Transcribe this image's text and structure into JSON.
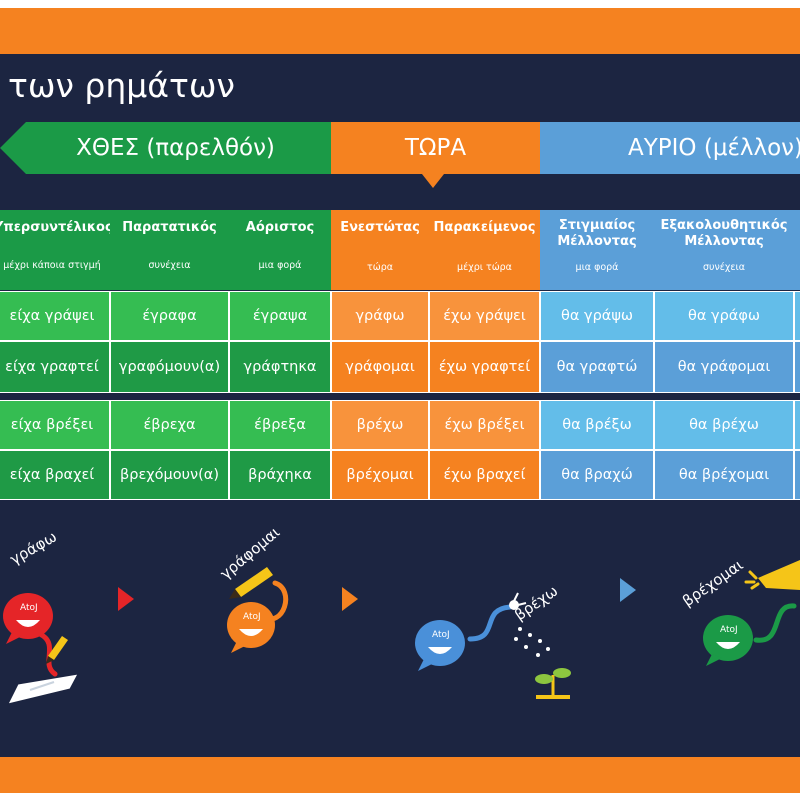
{
  "title": "των ρημάτων",
  "eras": {
    "past": "ΧΘΕΣ (παρελθόν)",
    "now": "ΤΩΡΑ",
    "future": "ΑΥΡΙΟ (μέλλον)"
  },
  "tenses": [
    {
      "name": "Υπερσυντέλικος",
      "sub": "μέχρι κάποια στιγμή"
    },
    {
      "name": "Παρατατικός",
      "sub": "συνέχεια"
    },
    {
      "name": "Αόριστος",
      "sub": "μια φορά"
    },
    {
      "name": "Ενεστώτας",
      "sub": "τώρα"
    },
    {
      "name": "Παρακείμενος",
      "sub": "μέχρι τώρα"
    },
    {
      "name": "Στιγμιαίος Μέλλοντας",
      "sub": "μια φορά"
    },
    {
      "name": "Εξακολουθητικός Μέλλοντας",
      "sub": "συνέχεια"
    }
  ],
  "rows": [
    [
      "είχα γράψει",
      "έγραφα",
      "έγραψα",
      "γράφω",
      "έχω γράψει",
      "θα γράψω",
      "θα γράφω"
    ],
    [
      "είχα γραφτεί",
      "γραφόμουν(α)",
      "γράφτηκα",
      "γράφομαι",
      "έχω γραφτεί",
      "θα γραφτώ",
      "θα γράφομαι"
    ],
    [
      "είχα βρέξει",
      "έβρεχα",
      "έβρεξα",
      "βρέχω",
      "έχω βρέξει",
      "θα βρέξω",
      "θα βρέχω"
    ],
    [
      "είχα βραχεί",
      "βρεχόμουν(α)",
      "βράχηκα",
      "βρέχομαι",
      "έχω βραχεί",
      "θα βραχώ",
      "θα βρέχομαι"
    ]
  ],
  "mascots": [
    {
      "verb": "γράφω",
      "logo": "AtoJ",
      "color": "#e52528"
    },
    {
      "verb": "γράφομαι",
      "logo": "AtoJ",
      "color": "#f58220"
    },
    {
      "verb": "βρέχω",
      "logo": "AtoJ",
      "color": "#4a90d9"
    },
    {
      "verb": "βρέχομαι",
      "logo": "AtoJ",
      "color": "#1b9a47"
    }
  ],
  "colors": {
    "board": "#1c2541",
    "orange": "#f58220",
    "green": "#1b9a47",
    "blue": "#5b9fd8",
    "red": "#e52528"
  }
}
